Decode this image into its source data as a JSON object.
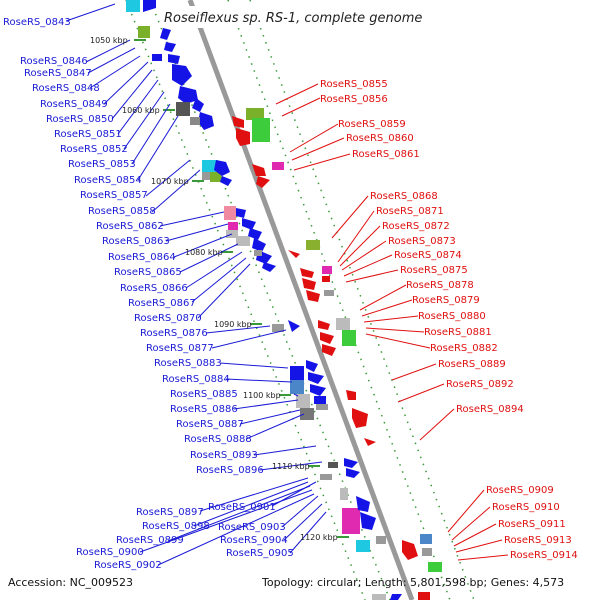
{
  "title": "Roseiflexus sp. RS-1, complete genome",
  "footer": {
    "accession": "Accession: NC_009523",
    "summary": "Topology: circular; Length: 5,801,598 bp; Genes: 4,573"
  },
  "colors": {
    "left_labels": "#1a1ad6",
    "right_labels": "#e01010",
    "backbone": "#999999"
  },
  "kbp_markers": [
    "1050 kbp",
    "1060 kbp",
    "1070 kbp",
    "1080 kbp",
    "1090 kbp",
    "1100 kbp",
    "1110 kbp",
    "1120 kbp"
  ],
  "left_labels": [
    "RoseRS_0843",
    "RoseRS_0846",
    "RoseRS_0847",
    "RoseRS_0848",
    "RoseRS_0849",
    "RoseRS_0850",
    "RoseRS_0851",
    "RoseRS_0852",
    "RoseRS_0853",
    "RoseRS_0854",
    "RoseRS_0857",
    "RoseRS_0858",
    "RoseRS_0862",
    "RoseRS_0863",
    "RoseRS_0864",
    "RoseRS_0865",
    "RoseRS_0866",
    "RoseRS_0867",
    "RoseRS_0870",
    "RoseRS_0876",
    "RoseRS_0877",
    "RoseRS_0883",
    "RoseRS_0884",
    "RoseRS_0885",
    "RoseRS_0886",
    "RoseRS_0887",
    "RoseRS_0888",
    "RoseRS_0893",
    "RoseRS_0896",
    "RoseRS_0897",
    "RoseRS_0898",
    "RoseRS_0899",
    "RoseRS_0900",
    "RoseRS_0902",
    "RoseRS_0901",
    "RoseRS_0903",
    "RoseRS_0904",
    "RoseRS_0905"
  ],
  "right_labels": [
    "RoseRS_0855",
    "RoseRS_0856",
    "RoseRS_0859",
    "RoseRS_0860",
    "RoseRS_0861",
    "RoseRS_0868",
    "RoseRS_0871",
    "RoseRS_0872",
    "RoseRS_0873",
    "RoseRS_0874",
    "RoseRS_0875",
    "RoseRS_0878",
    "RoseRS_0879",
    "RoseRS_0880",
    "RoseRS_0881",
    "RoseRS_0882",
    "RoseRS_0889",
    "RoseRS_0892",
    "RoseRS_0894",
    "RoseRS_0909",
    "RoseRS_0910",
    "RoseRS_0911",
    "RoseRS_0913",
    "RoseRS_0914"
  ]
}
